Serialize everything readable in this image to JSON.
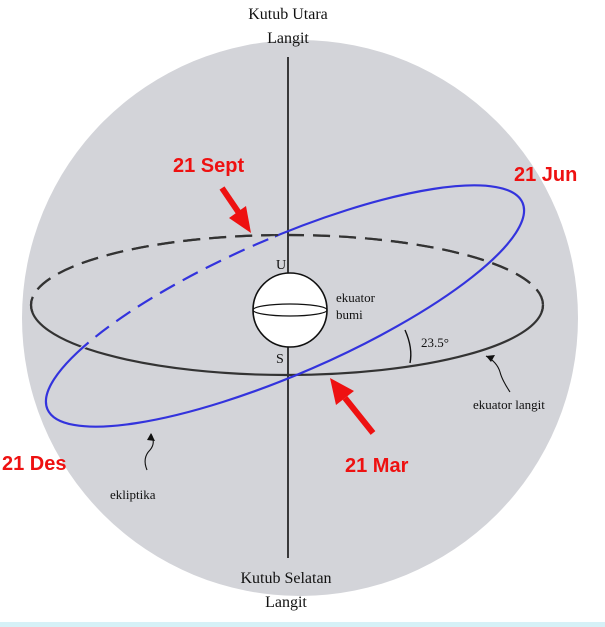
{
  "labels": {
    "north_pole_line1": "Kutub Utara",
    "north_pole_line2": "Langit",
    "south_pole_line1": "Kutub Selatan",
    "south_pole_line2": "Langit",
    "north_marker": "U",
    "south_marker": "S",
    "earth_equator_line1": "ekuator",
    "earth_equator_line2": "bumi",
    "angle": "23.5°",
    "celestial_equator": "ekuator langit",
    "ecliptic": "ekliptika"
  },
  "dates": {
    "sept": "21 Sept",
    "jun": "21 Jun",
    "des": "21 Des",
    "mar": "21 Mar"
  },
  "colors": {
    "sphere_fill": "#d3d4d9",
    "ecliptic": "#3333dd",
    "equator": "#222222",
    "date_text": "#ee1111",
    "arrow": "#ee1111",
    "bottom_strip": "#d6f1f7"
  }
}
